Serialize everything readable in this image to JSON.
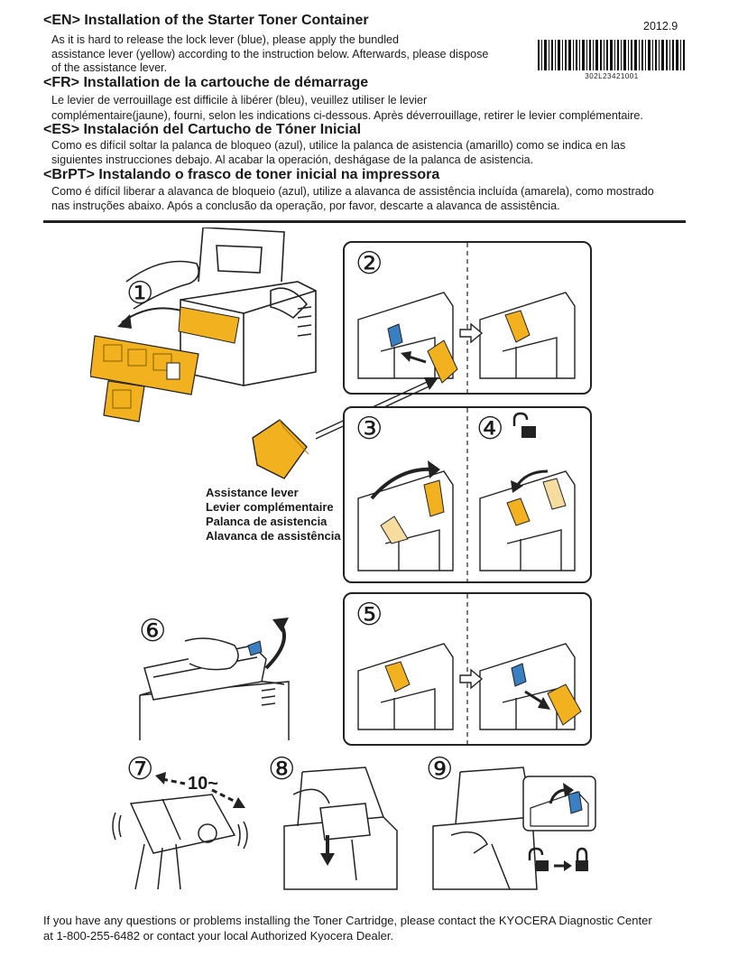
{
  "header": {
    "date": "2012.9",
    "barcode_number": "302L23421001",
    "sections": [
      {
        "title": "<EN> Installation of the Starter Toner Container",
        "lines": [
          "As it is hard to release the lock lever (blue), please apply the bundled",
          "assistance lever (yellow) according to the instruction below. Afterwards, please dispose",
          "of the assistance lever."
        ]
      },
      {
        "title": "<FR> Installation de la cartouche de démarrage",
        "lines": [
          "Le levier de verrouillage est difficile à libérer (bleu), veuillez utiliser le levier",
          "complémentaire(jaune), fourni, selon les indications ci-dessous. Après déverrouillage, retirer le levier complémentaire."
        ]
      },
      {
        "title": "<ES> Instalación del Cartucho de Tóner Inicial",
        "lines": [
          "Como es difícil soltar la palanca de bloqueo (azul), utilice la palanca de asistencia (amarillo) como se indica en las",
          "siguientes instrucciones debajo. Al acabar la operación, deshágase de la palanca de asistencia."
        ]
      },
      {
        "title": "<BrPT> Instalando o frasco de toner inicial na impressora",
        "lines": [
          "Como é difícil  liberar a alavanca de bloqueio (azul), utilize a alavanca de assistência incluída (amarela), como mostrado",
          "nas instruções abaixo. Após a conclusão da operação, por favor, descarte a alavanca de assistência."
        ]
      }
    ]
  },
  "steps": {
    "s1": "①",
    "s2": "②",
    "s3": "③",
    "s4": "④",
    "s5": "⑤",
    "s6": "⑥",
    "s7": "⑦",
    "s8": "⑧",
    "s9": "⑨"
  },
  "shake_label": "10~",
  "assistance_lever_labels": [
    "Assistance lever",
    "Levier complémentaire",
    "Palanca de asistencia",
    "Alavanca de assistência"
  ],
  "footer": {
    "lines": [
      "If you have any questions or problems installing the Toner Cartridge, please contact the KYOCERA Diagnostic Center",
      "at 1-800-255-6482 or contact your local Authorized Kyocera Dealer."
    ]
  },
  "colors": {
    "lock_lever_blue": "#3a7fc1",
    "assistance_lever_yellow": "#f2b11e",
    "ink": "#222222"
  }
}
